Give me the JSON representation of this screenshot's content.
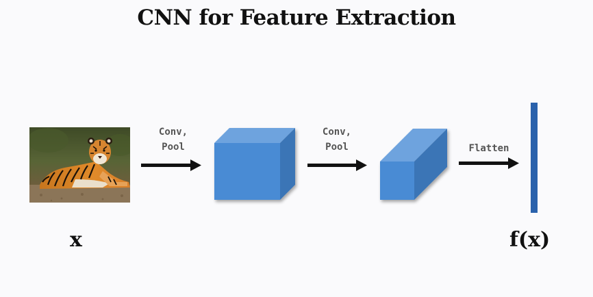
{
  "title": "CNN for Feature Extraction",
  "steps": [
    {
      "line1": "Conv,",
      "line2": "Pool"
    },
    {
      "line1": "Conv,",
      "line2": "Pool"
    },
    {
      "line1": "Flatten"
    }
  ],
  "input_label": "x",
  "output_label": "f(x)",
  "colors": {
    "block_front": "#4a8bd4",
    "block_top": "#6ea3de",
    "block_side": "#3a74b6",
    "feature_vector": "#2a62ac",
    "arrow": "#111111"
  },
  "icons": {
    "input_image": "tiger-photo",
    "arrows": "arrow-right-icon"
  }
}
